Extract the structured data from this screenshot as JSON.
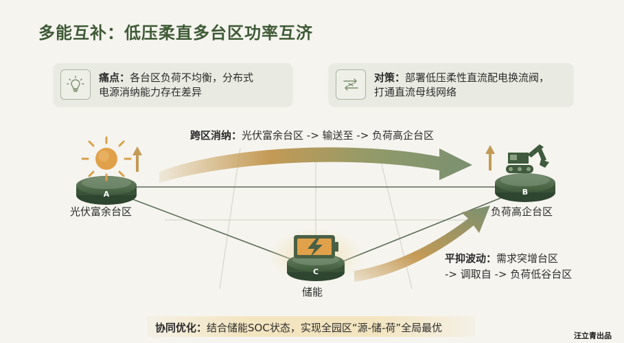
{
  "title": "多能互补：低压柔直多台区功率互济",
  "pain_card": {
    "icon": "lightbulb-icon",
    "label": "痛点：",
    "line1": "各台区负荷不均衡，分布式",
    "line2": "电源消纳能力存在差异"
  },
  "solution_card": {
    "icon": "converter-icon",
    "label": "对策：",
    "line1": "部署低压柔性直流配电换流阀，",
    "line2": "打通直流母线网络"
  },
  "nodes": {
    "a": {
      "letter": "A",
      "name": "光伏富余台区",
      "icon": "sun-icon"
    },
    "b": {
      "letter": "B",
      "name": "负荷高企台区",
      "icon": "excavator-icon"
    },
    "c": {
      "letter": "C",
      "name": "储能",
      "icon": "battery-icon"
    }
  },
  "flows": {
    "cross_label": "跨区消纳：",
    "cross_text": "光伏富余台区 -> 输送至 -> 负荷高企台区",
    "smooth_label": "平抑波动：",
    "smooth_line1": "需求突增台区",
    "smooth_line2": "-> 调取自 -> 负荷低谷台区"
  },
  "footer": {
    "label": "协同优化：",
    "text": "结合储能SOC状态，实现全园区“源-储-荷”全局最优"
  },
  "brand": "汪立青出品",
  "colors": {
    "green": "#3e5a36",
    "gold": "#c9a05a",
    "background": "#f5f4ef"
  }
}
